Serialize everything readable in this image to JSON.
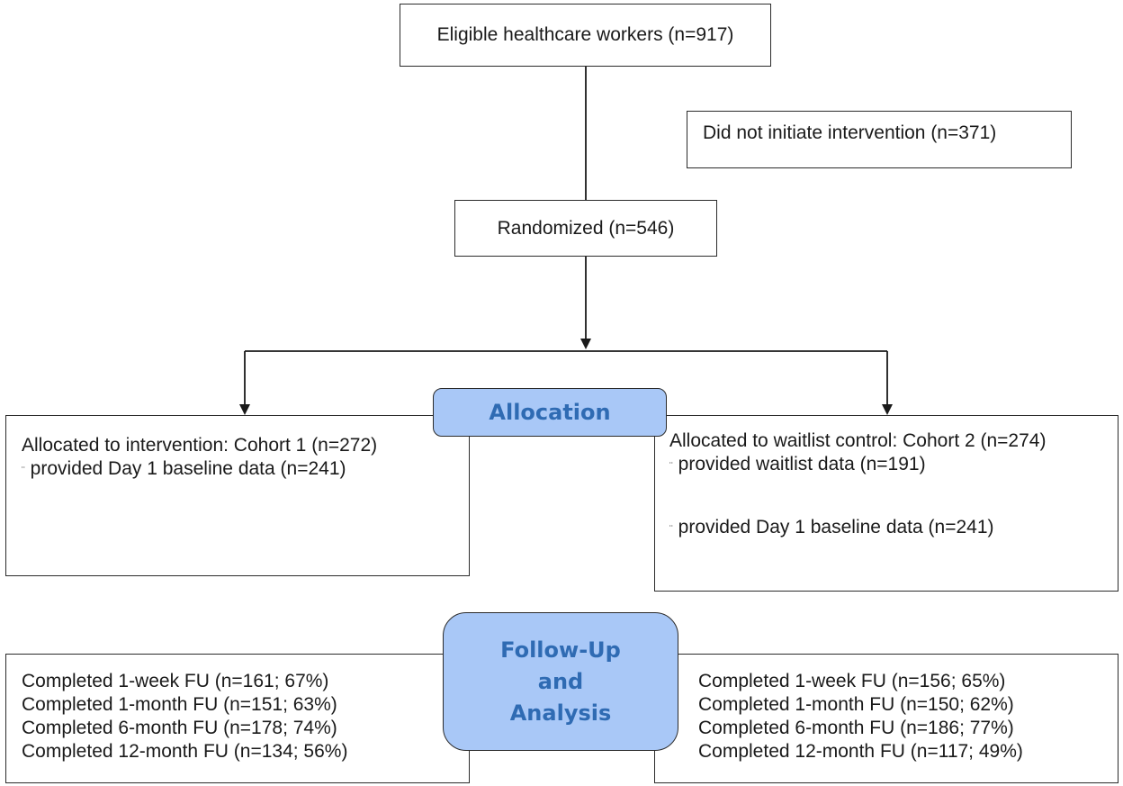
{
  "nodes": {
    "eligible": "Eligible healthcare workers (n=917)",
    "not_initiated": "Did not initiate intervention (n=371)",
    "randomized": "Randomized (n=546)"
  },
  "stages": {
    "allocation": "Allocation",
    "followup": [
      "Follow-Up",
      "and",
      "Analysis"
    ]
  },
  "cohort1": {
    "title": "Allocated to intervention: Cohort 1 (n=272)",
    "bullets": [
      "provided Day 1 baseline data (n=241)"
    ],
    "followup": [
      "Completed 1-week FU (n=161; 67%)",
      "Completed 1-month FU (n=151; 63%)",
      "Completed 6-month FU (n=178; 74%)",
      "Completed 12-month FU (n=134; 56%)"
    ]
  },
  "cohort2": {
    "title": "Allocated to waitlist control: Cohort 2 (n=274)",
    "bullets": [
      "provided waitlist data (n=191)",
      "provided Day 1 baseline data (n=241)"
    ],
    "followup": [
      "Completed 1-week FU (n=156; 65%)",
      "Completed 1-month FU (n=150; 62%)",
      "Completed 6-month FU (n=186; 77%)",
      "Completed 12-month FU (n=117; 49%)"
    ]
  },
  "bullet_glyph": "¨",
  "colors": {
    "stage_fill": "#a9c8f7",
    "stage_text": "#2f6bb3",
    "border": "#2b2b2b"
  }
}
